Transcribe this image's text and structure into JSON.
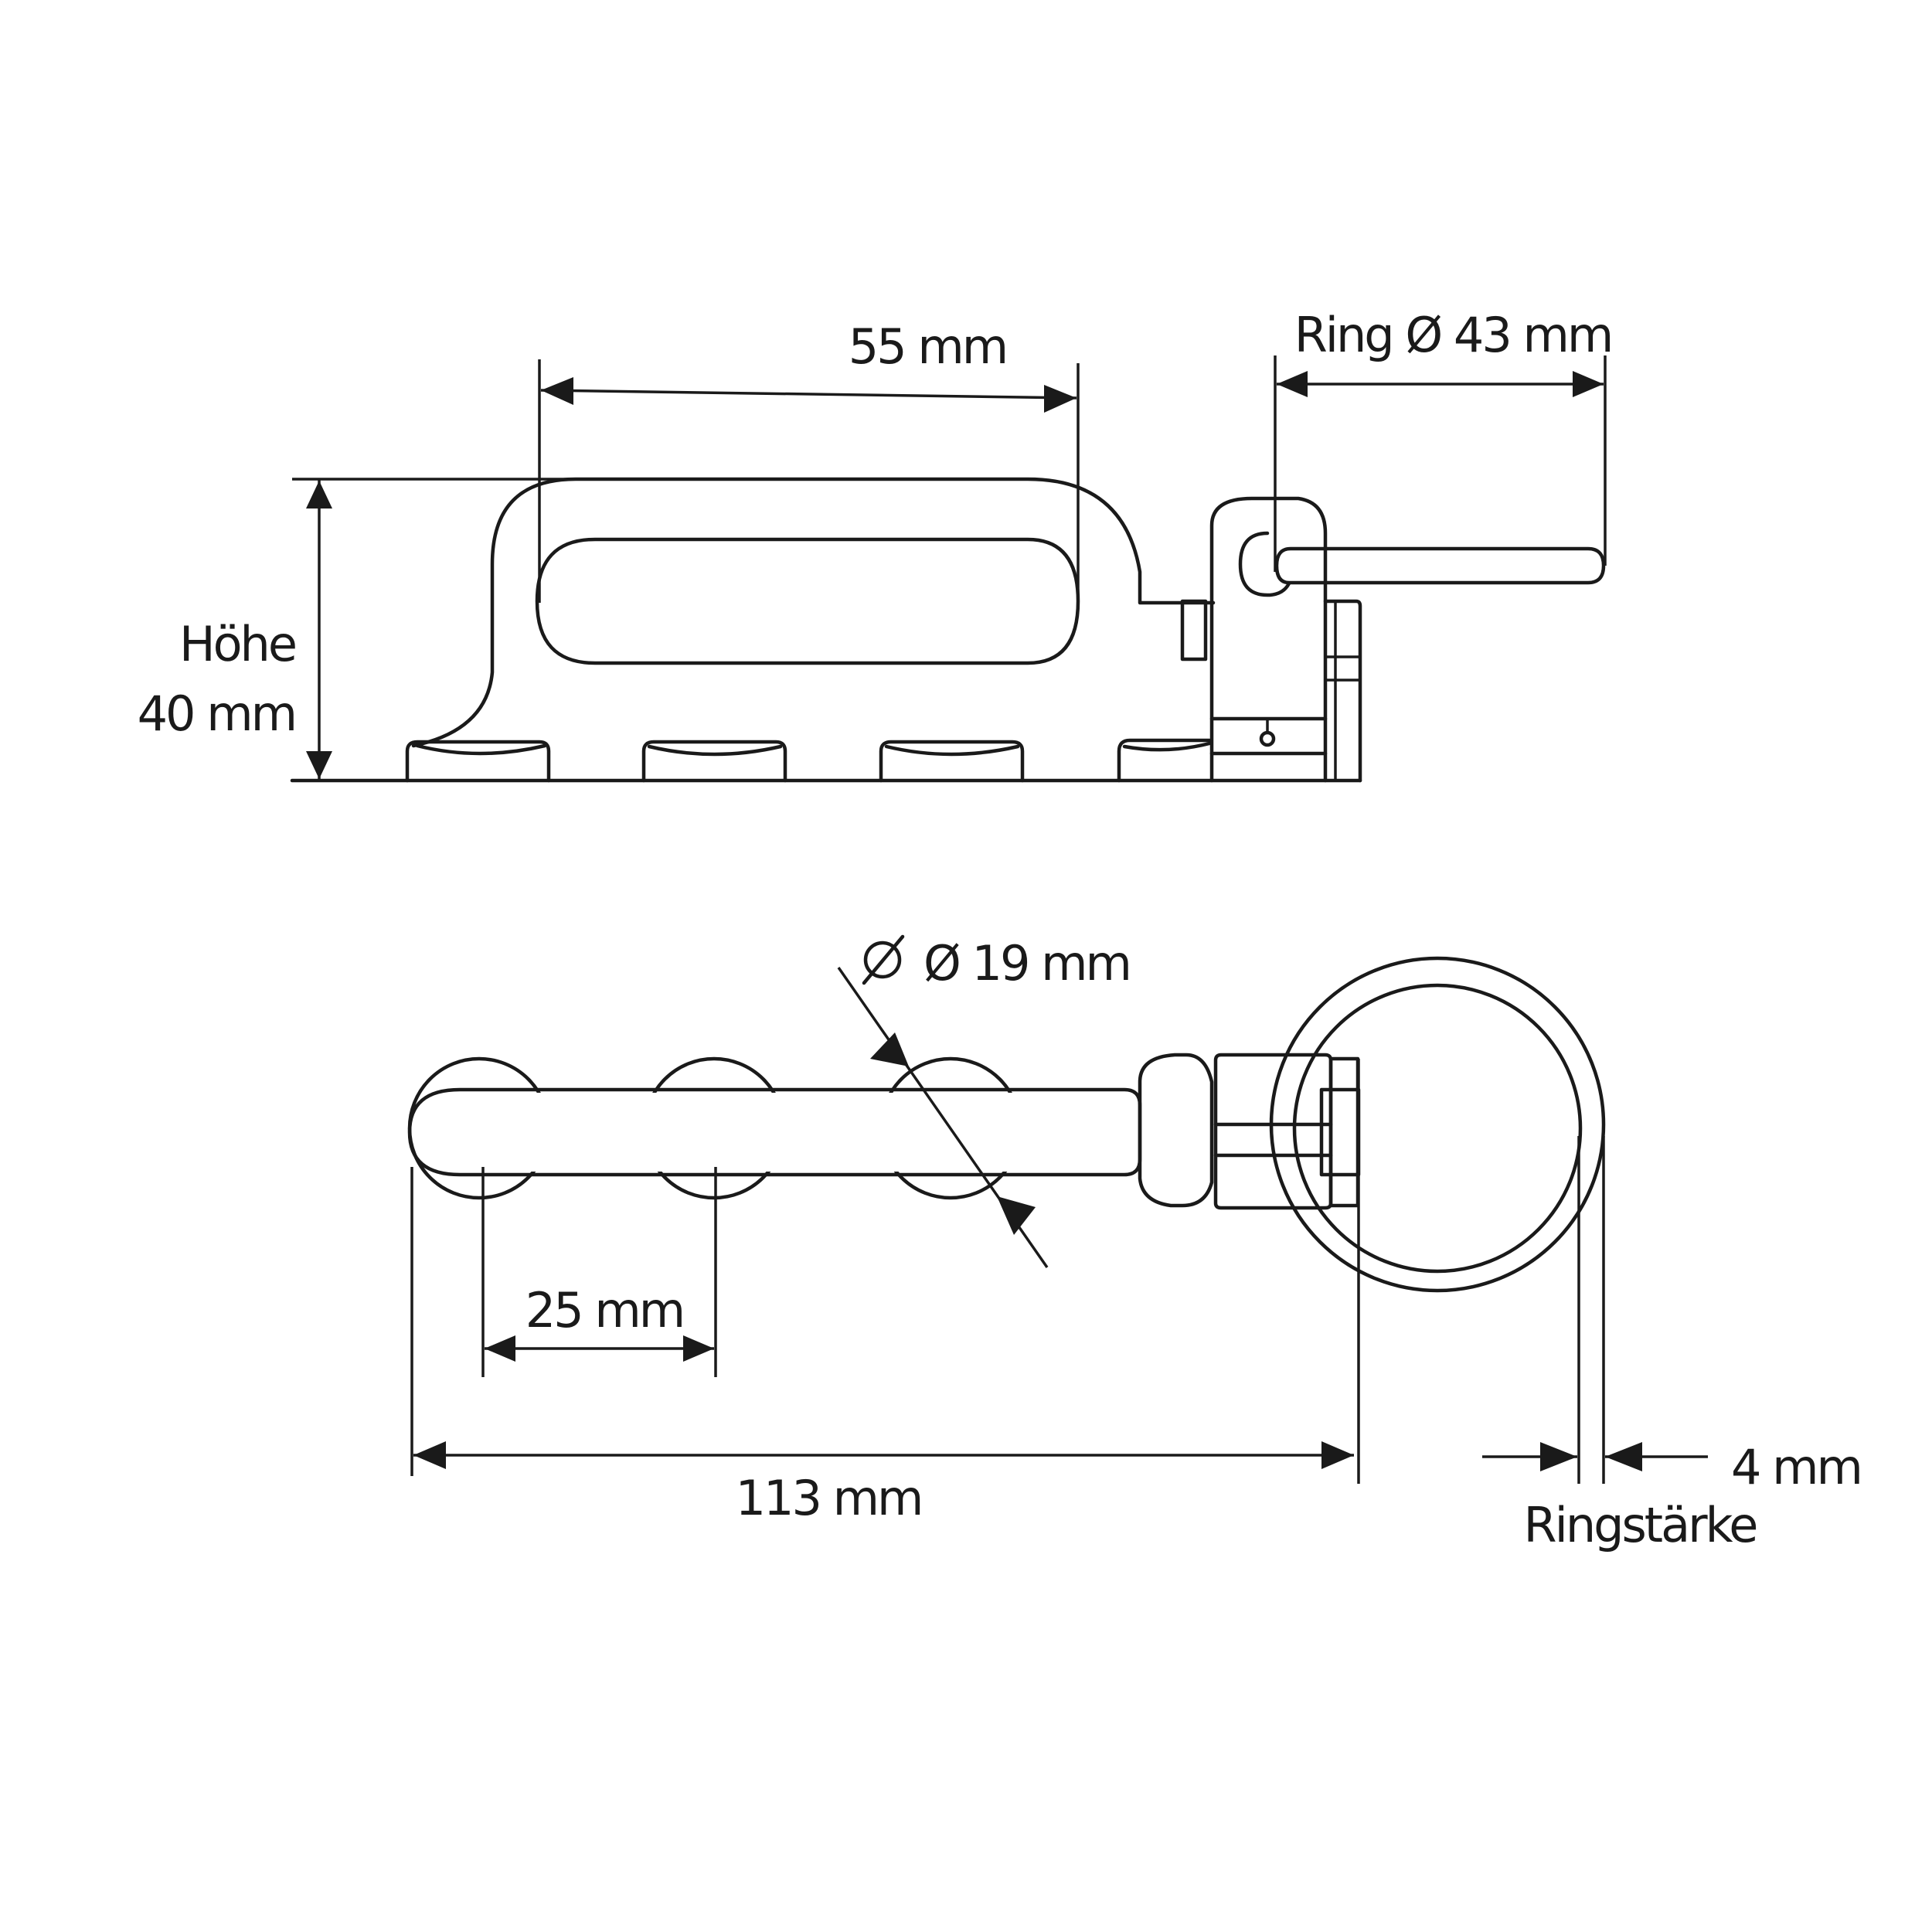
{
  "side_view": {
    "length_label": "55 mm",
    "ring_label": "Ring Ø 43 mm",
    "height_label_line1": "Höhe",
    "height_label_line2": "40 mm"
  },
  "top_view": {
    "diameter_label": "Ø 19 mm",
    "spacing_label": "25 mm",
    "total_label": "113 mm",
    "thickness_value_label": "4 mm",
    "thickness_label": "Ringstärke"
  },
  "colors": {
    "line": "#1a1a1a",
    "background": "#ffffff"
  }
}
